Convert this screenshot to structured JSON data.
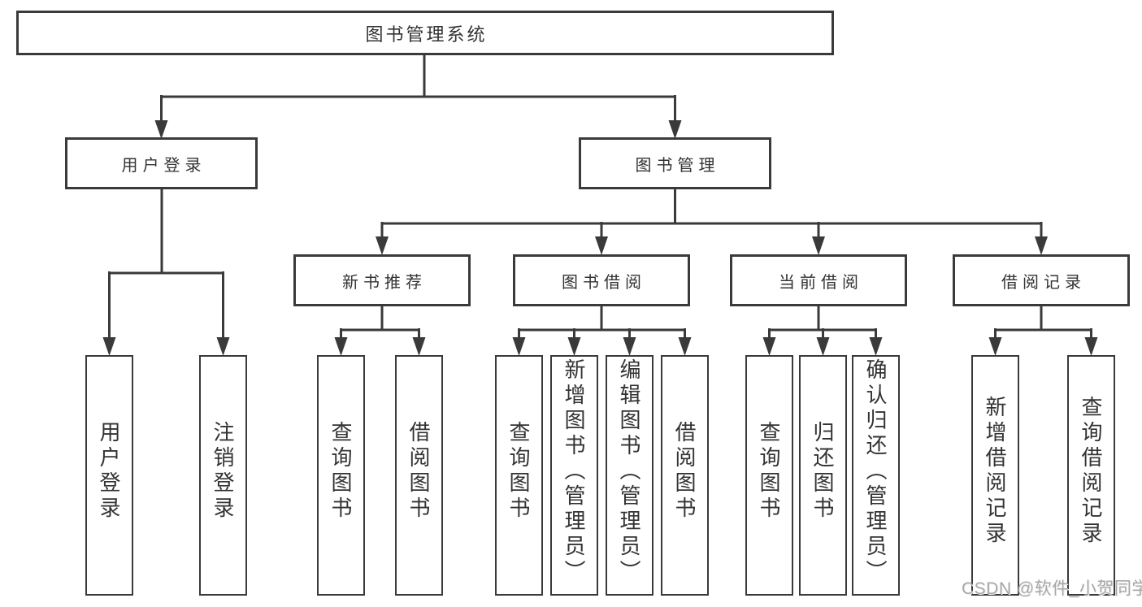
{
  "diagram": {
    "root": {
      "label": "图书管理系统"
    },
    "level2": [
      {
        "label": "用户登录",
        "children": [
          {
            "label": "用户登录"
          },
          {
            "label": "注销登录"
          }
        ]
      },
      {
        "label": "图书管理",
        "children": [
          {
            "label": "新书推荐",
            "children": [
              {
                "label": "查询图书"
              },
              {
                "label": "借阅图书"
              }
            ]
          },
          {
            "label": "图书借阅",
            "children": [
              {
                "label": "查询图书"
              },
              {
                "label": "新增图书（管理员）"
              },
              {
                "label": "编辑图书（管理员）"
              },
              {
                "label": "借阅图书"
              }
            ]
          },
          {
            "label": "当前借阅",
            "children": [
              {
                "label": "查询图书"
              },
              {
                "label": "归还图书"
              },
              {
                "label": "确认归还（管理员）"
              }
            ]
          },
          {
            "label": "借阅记录",
            "children": [
              {
                "label": "新增借阅记录"
              },
              {
                "label": "查询借阅记录"
              }
            ]
          }
        ]
      }
    ]
  },
  "watermark": {
    "text": "CSDN @软件_小贺同学"
  },
  "colors": {
    "line": "#3a3a3a",
    "text": "#333333",
    "box_background": "#ffffff",
    "watermark": "#a8a8a8"
  }
}
